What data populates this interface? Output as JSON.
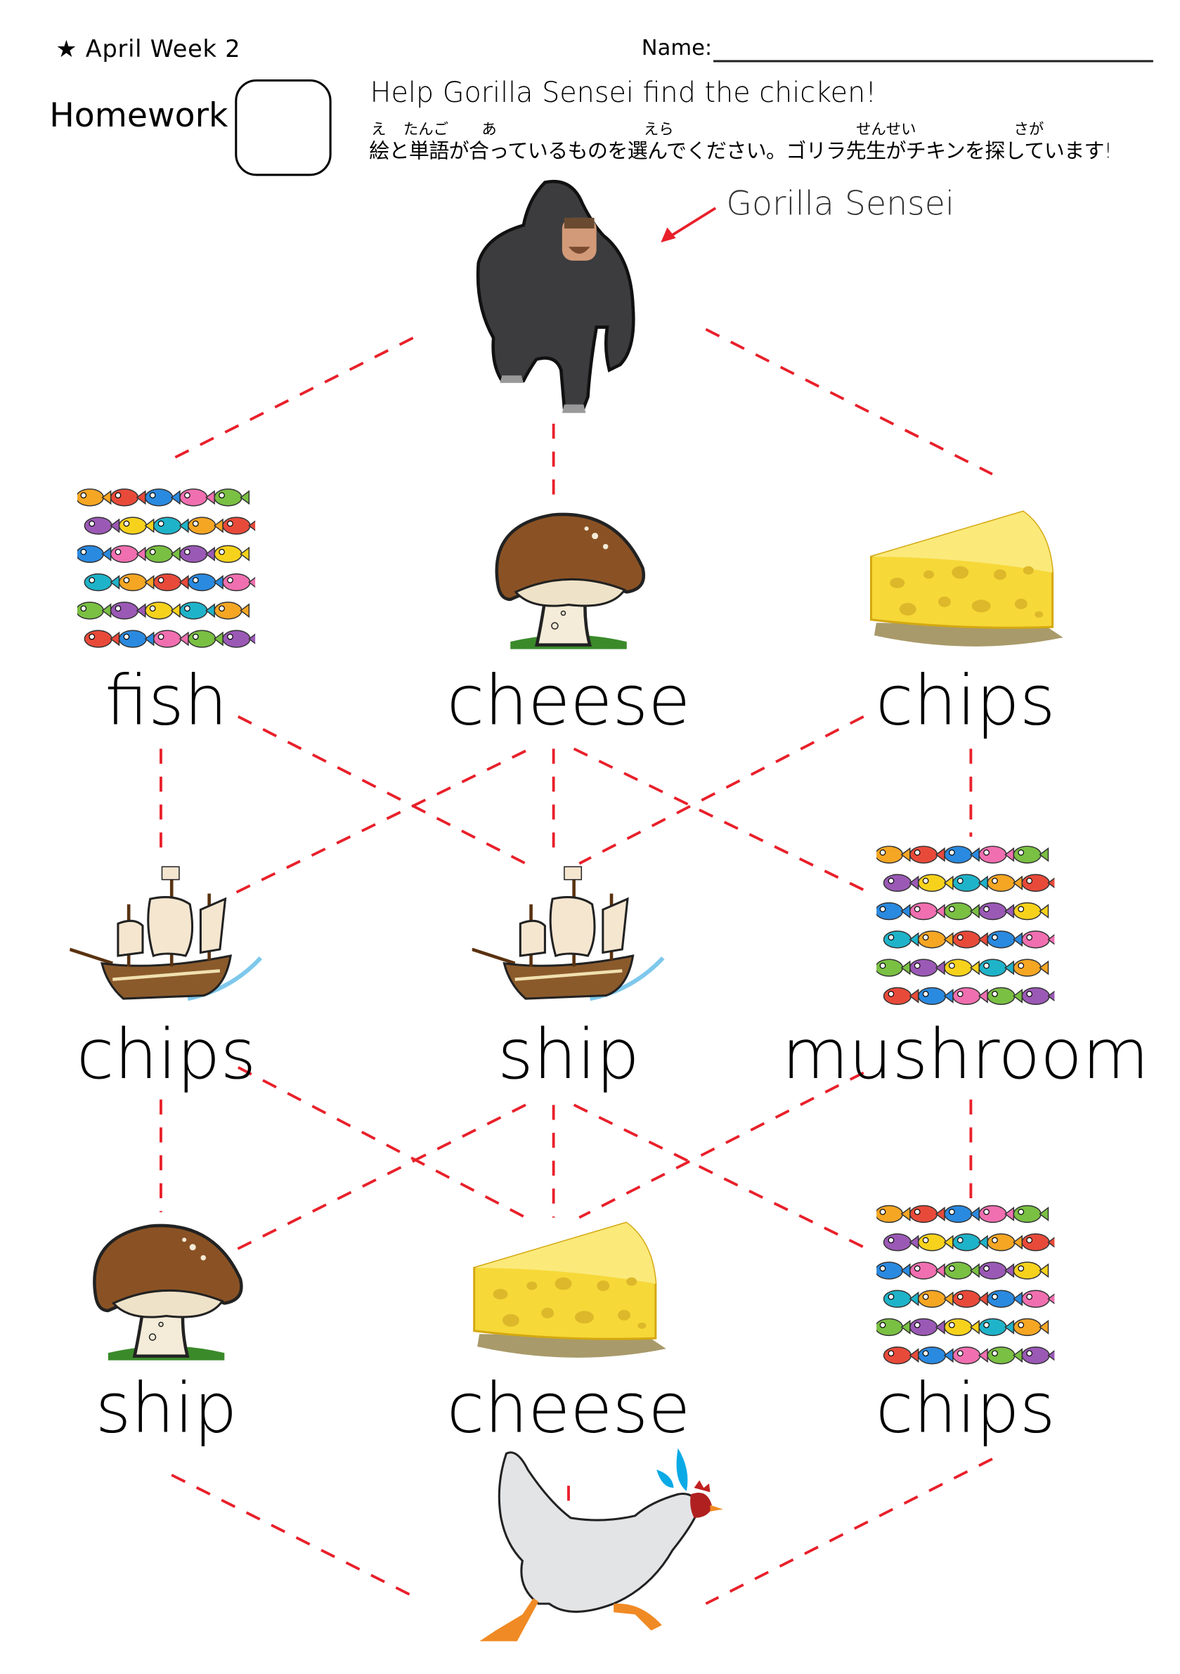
{
  "header": {
    "star_icon": "star-icon",
    "week": "April Week 2",
    "homework": "Homework",
    "name_label": "Name:"
  },
  "instructions": {
    "english": "Help Gorilla Sensei find the chicken!",
    "japanese": "絵と単語が合っているものを選んでください。ゴリラ先生がチキンを探しています!",
    "furigana": [
      "え",
      "たんご",
      "あ",
      "えら",
      "せんせい",
      "さが"
    ]
  },
  "start": {
    "label": "Gorilla Sensei",
    "picture": "gorilla-sensei"
  },
  "finish": {
    "picture": "chicken"
  },
  "grid": [
    [
      {
        "picture": "fish",
        "word": "fish"
      },
      {
        "picture": "mushroom",
        "word": "cheese"
      },
      {
        "picture": "cheese",
        "word": "chips"
      }
    ],
    [
      {
        "picture": "ship",
        "word": "chips"
      },
      {
        "picture": "ship",
        "word": "ship"
      },
      {
        "picture": "fish",
        "word": "mushroom"
      }
    ],
    [
      {
        "picture": "mushroom",
        "word": "ship"
      },
      {
        "picture": "cheese",
        "word": "cheese"
      },
      {
        "picture": "fish",
        "word": "chips"
      }
    ]
  ],
  "colors": {
    "path_line": "#e8202a",
    "arrow": "#e8202a"
  }
}
